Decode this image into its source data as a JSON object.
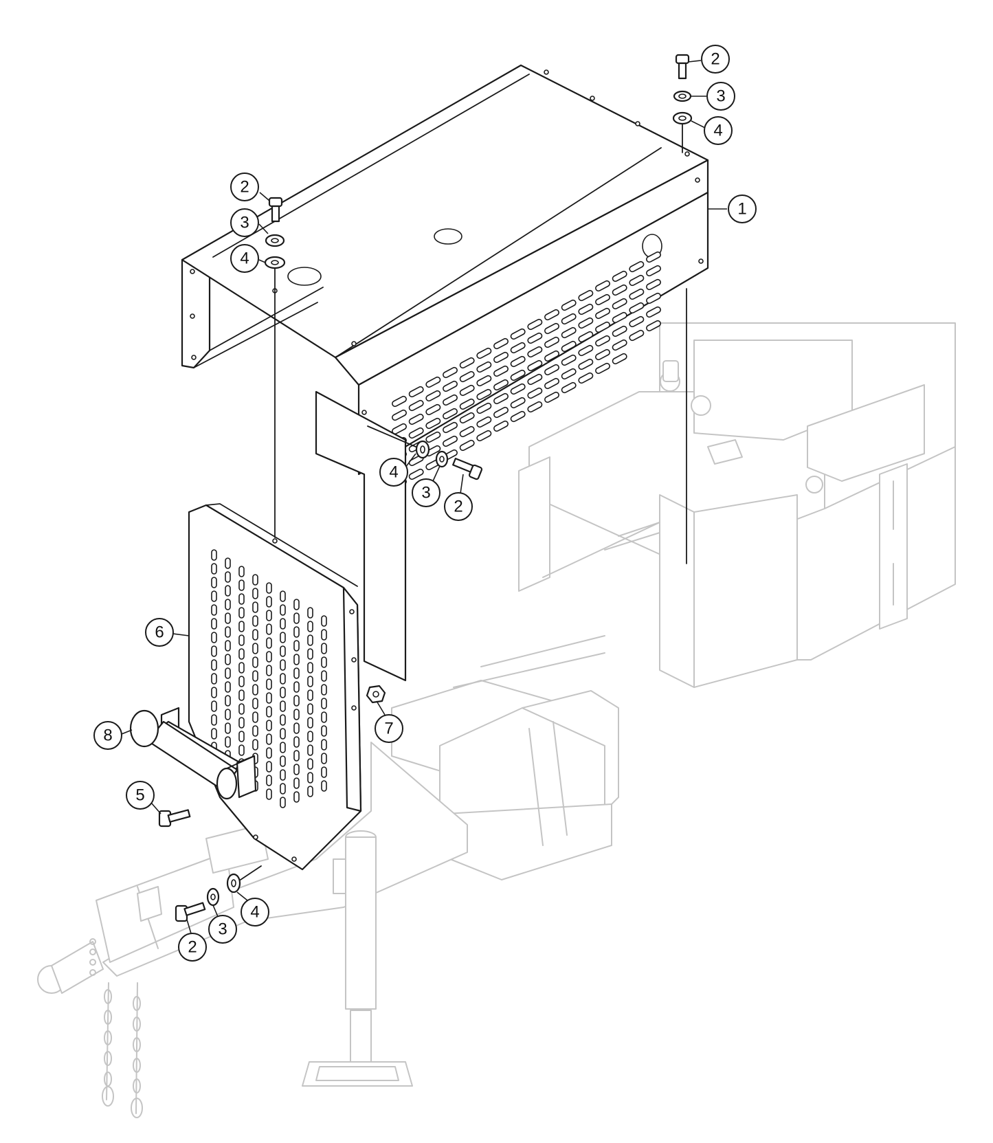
{
  "callouts": [
    {
      "id": "c1",
      "label": "1"
    },
    {
      "id": "c2a",
      "label": "2"
    },
    {
      "id": "c3a",
      "label": "3"
    },
    {
      "id": "c4a",
      "label": "4"
    },
    {
      "id": "c2b",
      "label": "2"
    },
    {
      "id": "c3b",
      "label": "3"
    },
    {
      "id": "c4b",
      "label": "4"
    },
    {
      "id": "c4c",
      "label": "4"
    },
    {
      "id": "c3c",
      "label": "3"
    },
    {
      "id": "c2c",
      "label": "2"
    },
    {
      "id": "c6",
      "label": "6"
    },
    {
      "id": "c7",
      "label": "7"
    },
    {
      "id": "c8",
      "label": "8"
    },
    {
      "id": "c5",
      "label": "5"
    },
    {
      "id": "c2d",
      "label": "2"
    },
    {
      "id": "c3d",
      "label": "3"
    },
    {
      "id": "c4d",
      "label": "4"
    }
  ],
  "colors": {
    "line": "#1a1a1a",
    "background_parts": "#c4c4c4",
    "paper": "#ffffff"
  }
}
